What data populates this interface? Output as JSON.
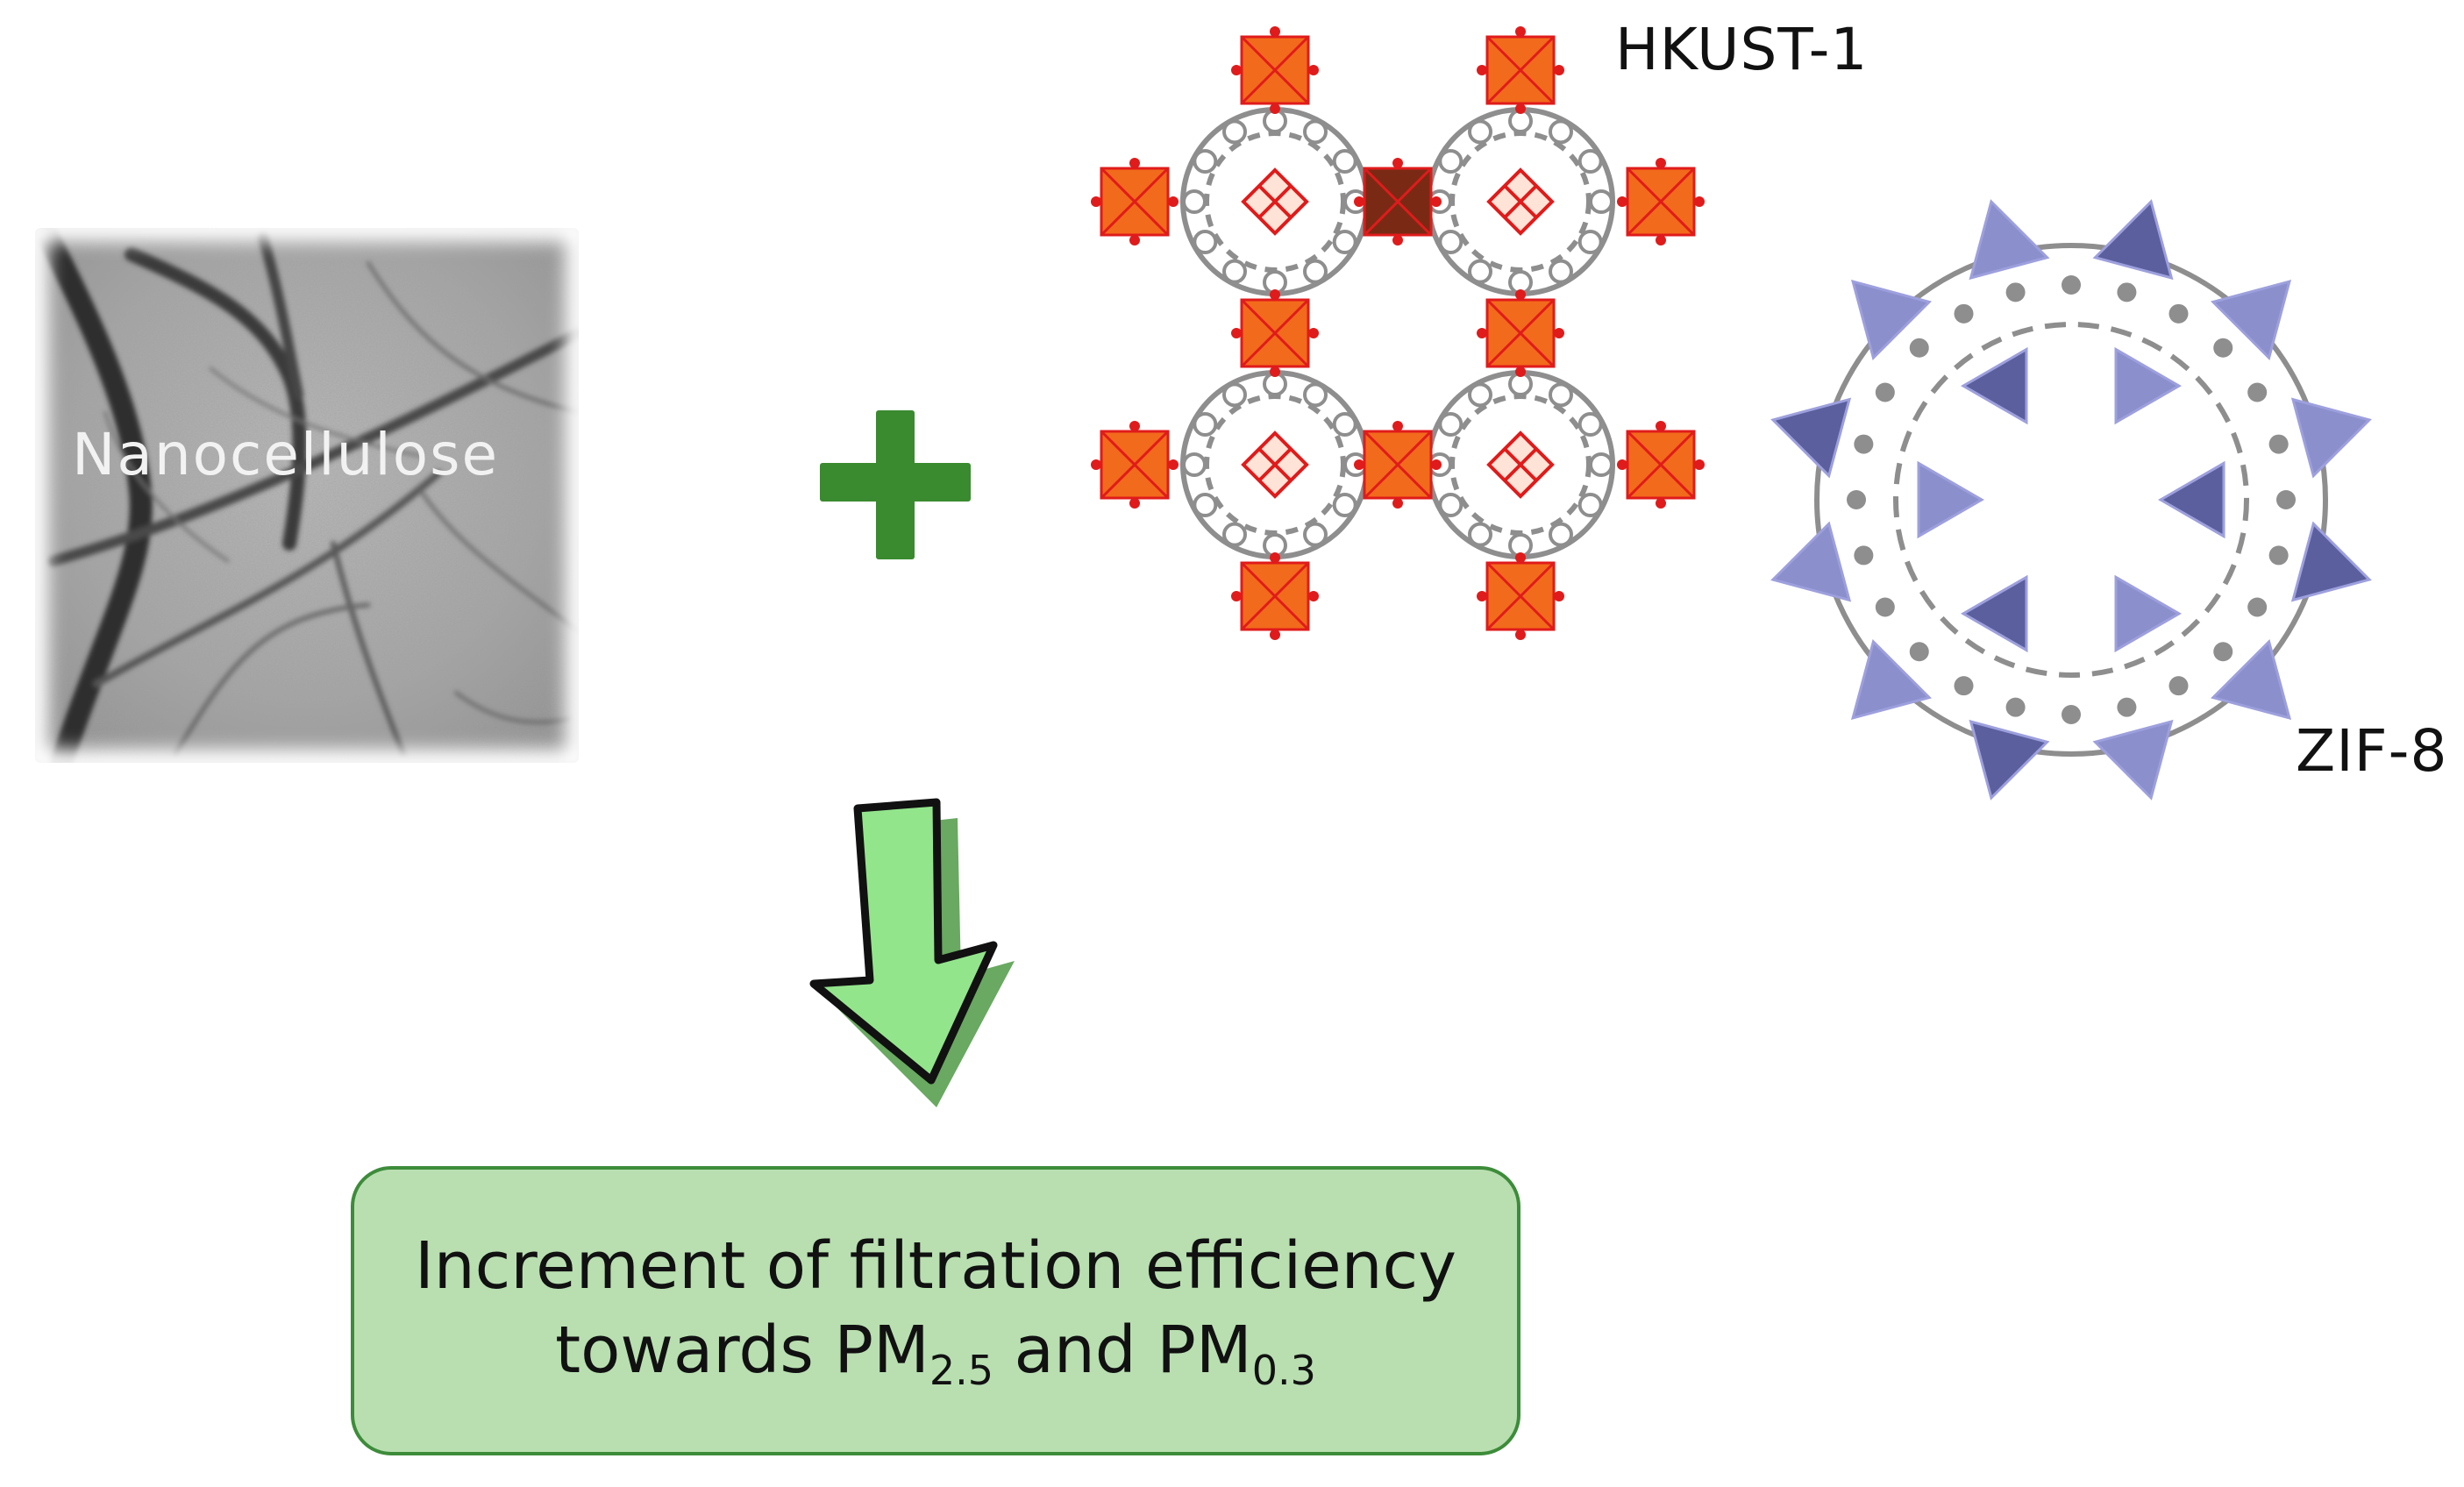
{
  "labels": {
    "nanocellulose": "Nanocellulose",
    "hkust": "HKUST-1",
    "zif": "ZIF-8"
  },
  "result": {
    "line1": "Increment of filtration efficiency",
    "line2_prefix": "towards PM",
    "pm1_sub": "2.5",
    "joiner": " and PM",
    "pm2_sub": "0.3"
  },
  "colors": {
    "plus": "#3a8a2f",
    "arrow_fill": "#93e58c",
    "arrow_shadow": "#4f9a45",
    "box_fill": "#b9dfb1",
    "box_border": "#3d8c3a",
    "hkust_light": "#f26a1b",
    "hkust_dark": "#7a2a14",
    "hkust_bond": "#e01b1b",
    "zif_tetra": "#8b8fcc",
    "zif_tetra_dark": "#5c5f9e",
    "linker": "#8e8e8e"
  }
}
